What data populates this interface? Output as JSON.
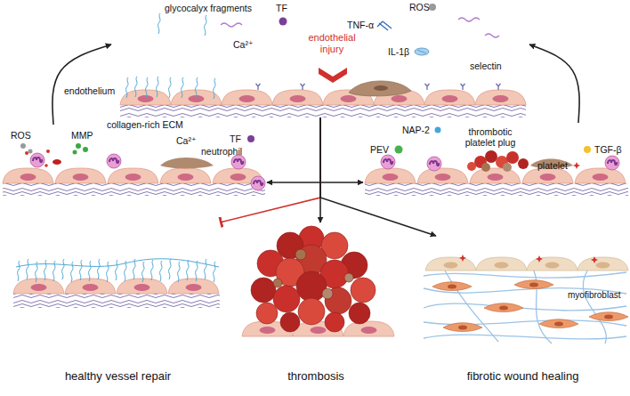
{
  "diagram": {
    "nodes": [
      {
        "text": [
          "endothelial injury"
        ]
      },
      {
        "text": [
          "neutrophil"
        ]
      },
      {
        "text": [
          "thrombotic platelet plug"
        ]
      },
      {
        "text": [
          "healthy vessel repair"
        ]
      },
      {
        "text": [
          "thrombosis"
        ]
      },
      {
        "text": [
          "fibrotic wound healing"
        ]
      }
    ],
    "edges": [
      {
        "from": 0,
        "to": 1,
        "arrow": "to"
      },
      {
        "from": 0,
        "to": 2,
        "arrow": "to"
      },
      {
        "from": 1,
        "to": 0,
        "arrow": "to"
      },
      {
        "from": 2,
        "to": 0,
        "arrow": "to"
      },
      {
        "from": 0,
        "to": 3,
        "arrow": "to"
      },
      {
        "from": 0,
        "to": 4,
        "arrow": "to"
      },
      {
        "from": 0,
        "to": 5,
        "arrow": "to"
      }
    ],
    "labels": [
      "glycocalyx fragments",
      "TF",
      "ROS",
      "TNF-α",
      "IL-1β",
      "Ca²⁺",
      "selectin",
      "endothelium",
      "collagen-rich ECM",
      "ROS",
      "MMP",
      "Ca²⁺",
      "TF",
      "NAP-2",
      "PEV",
      "TGF-β",
      "platelet",
      "myofibroblast"
    ]
  }
}
